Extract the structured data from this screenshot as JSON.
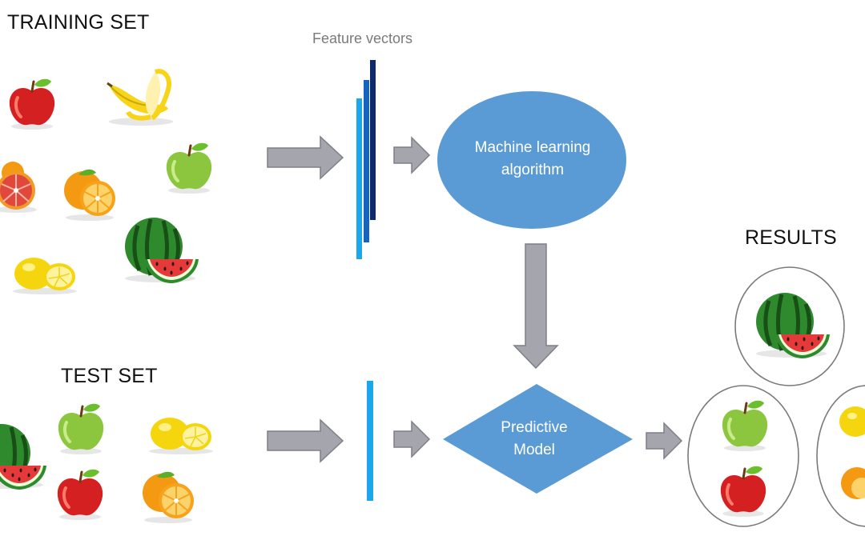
{
  "diagram": {
    "training_label": "TRAINING SET",
    "test_label": "TEST SET",
    "results_label": "RESULTS",
    "feature_vectors_label": "Feature vectors",
    "algorithm_node": {
      "line1": "Machine learning",
      "line2": "algorithm"
    },
    "model_node": {
      "line1": "Predictive",
      "line2": "Model"
    }
  },
  "colors": {
    "ellipse_blue": "#5b9bd5",
    "diamond_blue": "#5b9bd5",
    "arrow_gray": "#a5a5ad",
    "arrow_stroke": "#7f7f88",
    "vector_light": "#1aa7ec",
    "vector_mid": "#1565c0",
    "vector_dark": "#0d2a6b",
    "circle_stroke": "#7a7a7a"
  },
  "icons": {
    "training": [
      "apple-red-icon",
      "banana-icon",
      "green-apple-icon",
      "grapefruit-icon",
      "orange-icon",
      "watermelon-icon",
      "lemon-icon"
    ],
    "test": [
      "watermelon-icon",
      "green-apple-icon",
      "lemon-icon",
      "red-apple-icon",
      "orange-icon"
    ],
    "results": [
      "watermelon-icon",
      "green-apple-icon",
      "red-apple-icon",
      "lemon-icon",
      "orange-icon"
    ]
  }
}
